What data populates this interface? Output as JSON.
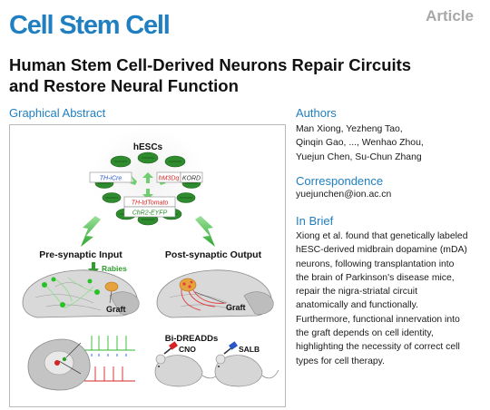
{
  "header": {
    "journal_name": "Cell Stem Cell",
    "article_type": "Article",
    "brand_color": "#1f7fc0"
  },
  "title": {
    "line1": "Human Stem Cell-Derived Neurons Repair Circuits",
    "line2": "and Restore Neural Function"
  },
  "graphical_abstract": {
    "heading": "Graphical Abstract",
    "labels": {
      "hescs": "hESCs",
      "th_icre": "TH-iCre",
      "hm3dq": "hM3Dq",
      "kord": "KORD",
      "th_tdtomato": "TH-tdTomato",
      "chr2_eyfp": "ChR2-EYFP",
      "pre_synaptic": "Pre-synaptic Input",
      "post_synaptic": "Post-synaptic Output",
      "rabies": "Rabies",
      "graft_left": "Graft",
      "graft_right": "Graft",
      "bi_dreadds": "Bi-DREADDs",
      "cno": "CNO",
      "salb": "SALB"
    }
  },
  "authors": {
    "heading": "Authors",
    "lines": [
      "Man Xiong, Yezheng Tao,",
      "Qinqin Gao, ..., Wenhao Zhou,",
      "Yuejun Chen, Su-Chun Zhang"
    ]
  },
  "correspondence": {
    "heading": "Correspondence",
    "email": "yuejunchen@ion.ac.cn"
  },
  "in_brief": {
    "heading": "In Brief",
    "lines": [
      "Xiong et al. found that genetically labeled",
      "hESC-derived midbrain dopamine (mDA)",
      "neurons, following transplantation into",
      "the brain of Parkinson's disease mice,",
      "repair the nigra-striatal circuit",
      "anatomically and functionally.",
      "Furthermore, functional innervation into",
      "the graft depends on cell identity,",
      "highlighting the necessity of correct cell",
      "types for cell therapy."
    ]
  }
}
